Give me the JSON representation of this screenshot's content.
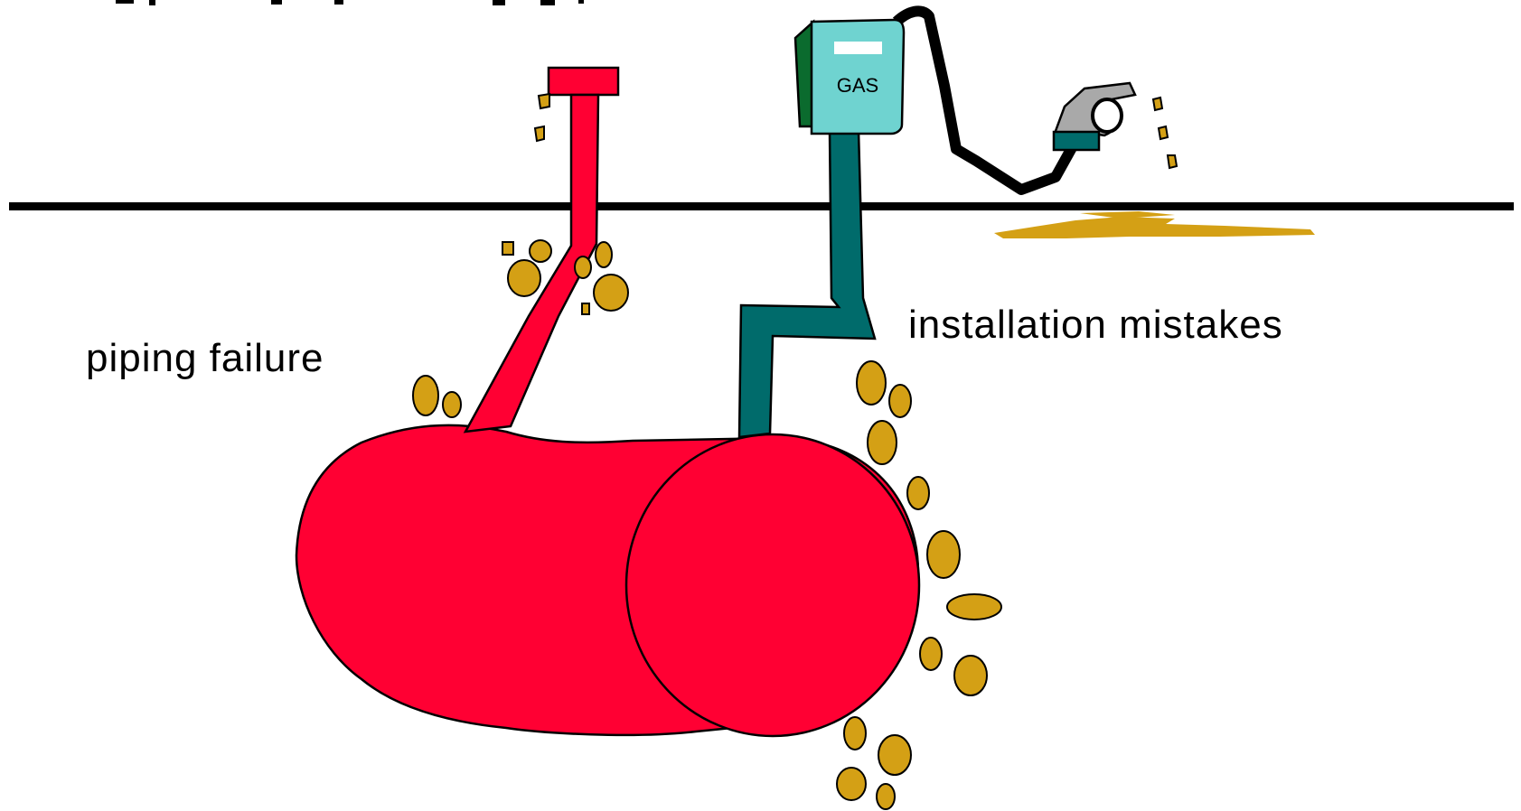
{
  "labels": {
    "piping_failure": "piping failure",
    "installation_mistakes": "installation mistakes",
    "pump_sign": "GAS"
  },
  "colors": {
    "tank_red": "#ff0033",
    "pump_body": "#6fd3d0",
    "pump_pipe": "#006b6b",
    "pump_side": "#0b6b2e",
    "fuel_drop": "#d4a015",
    "ground_line": "#000000",
    "hose": "#000000",
    "nozzle": "#a9a9a9"
  },
  "icons": {
    "tank": "underground-storage-tank-icon",
    "pump": "gas-pump-icon",
    "nozzle": "fuel-nozzle-icon",
    "drop": "fuel-drop-icon"
  }
}
